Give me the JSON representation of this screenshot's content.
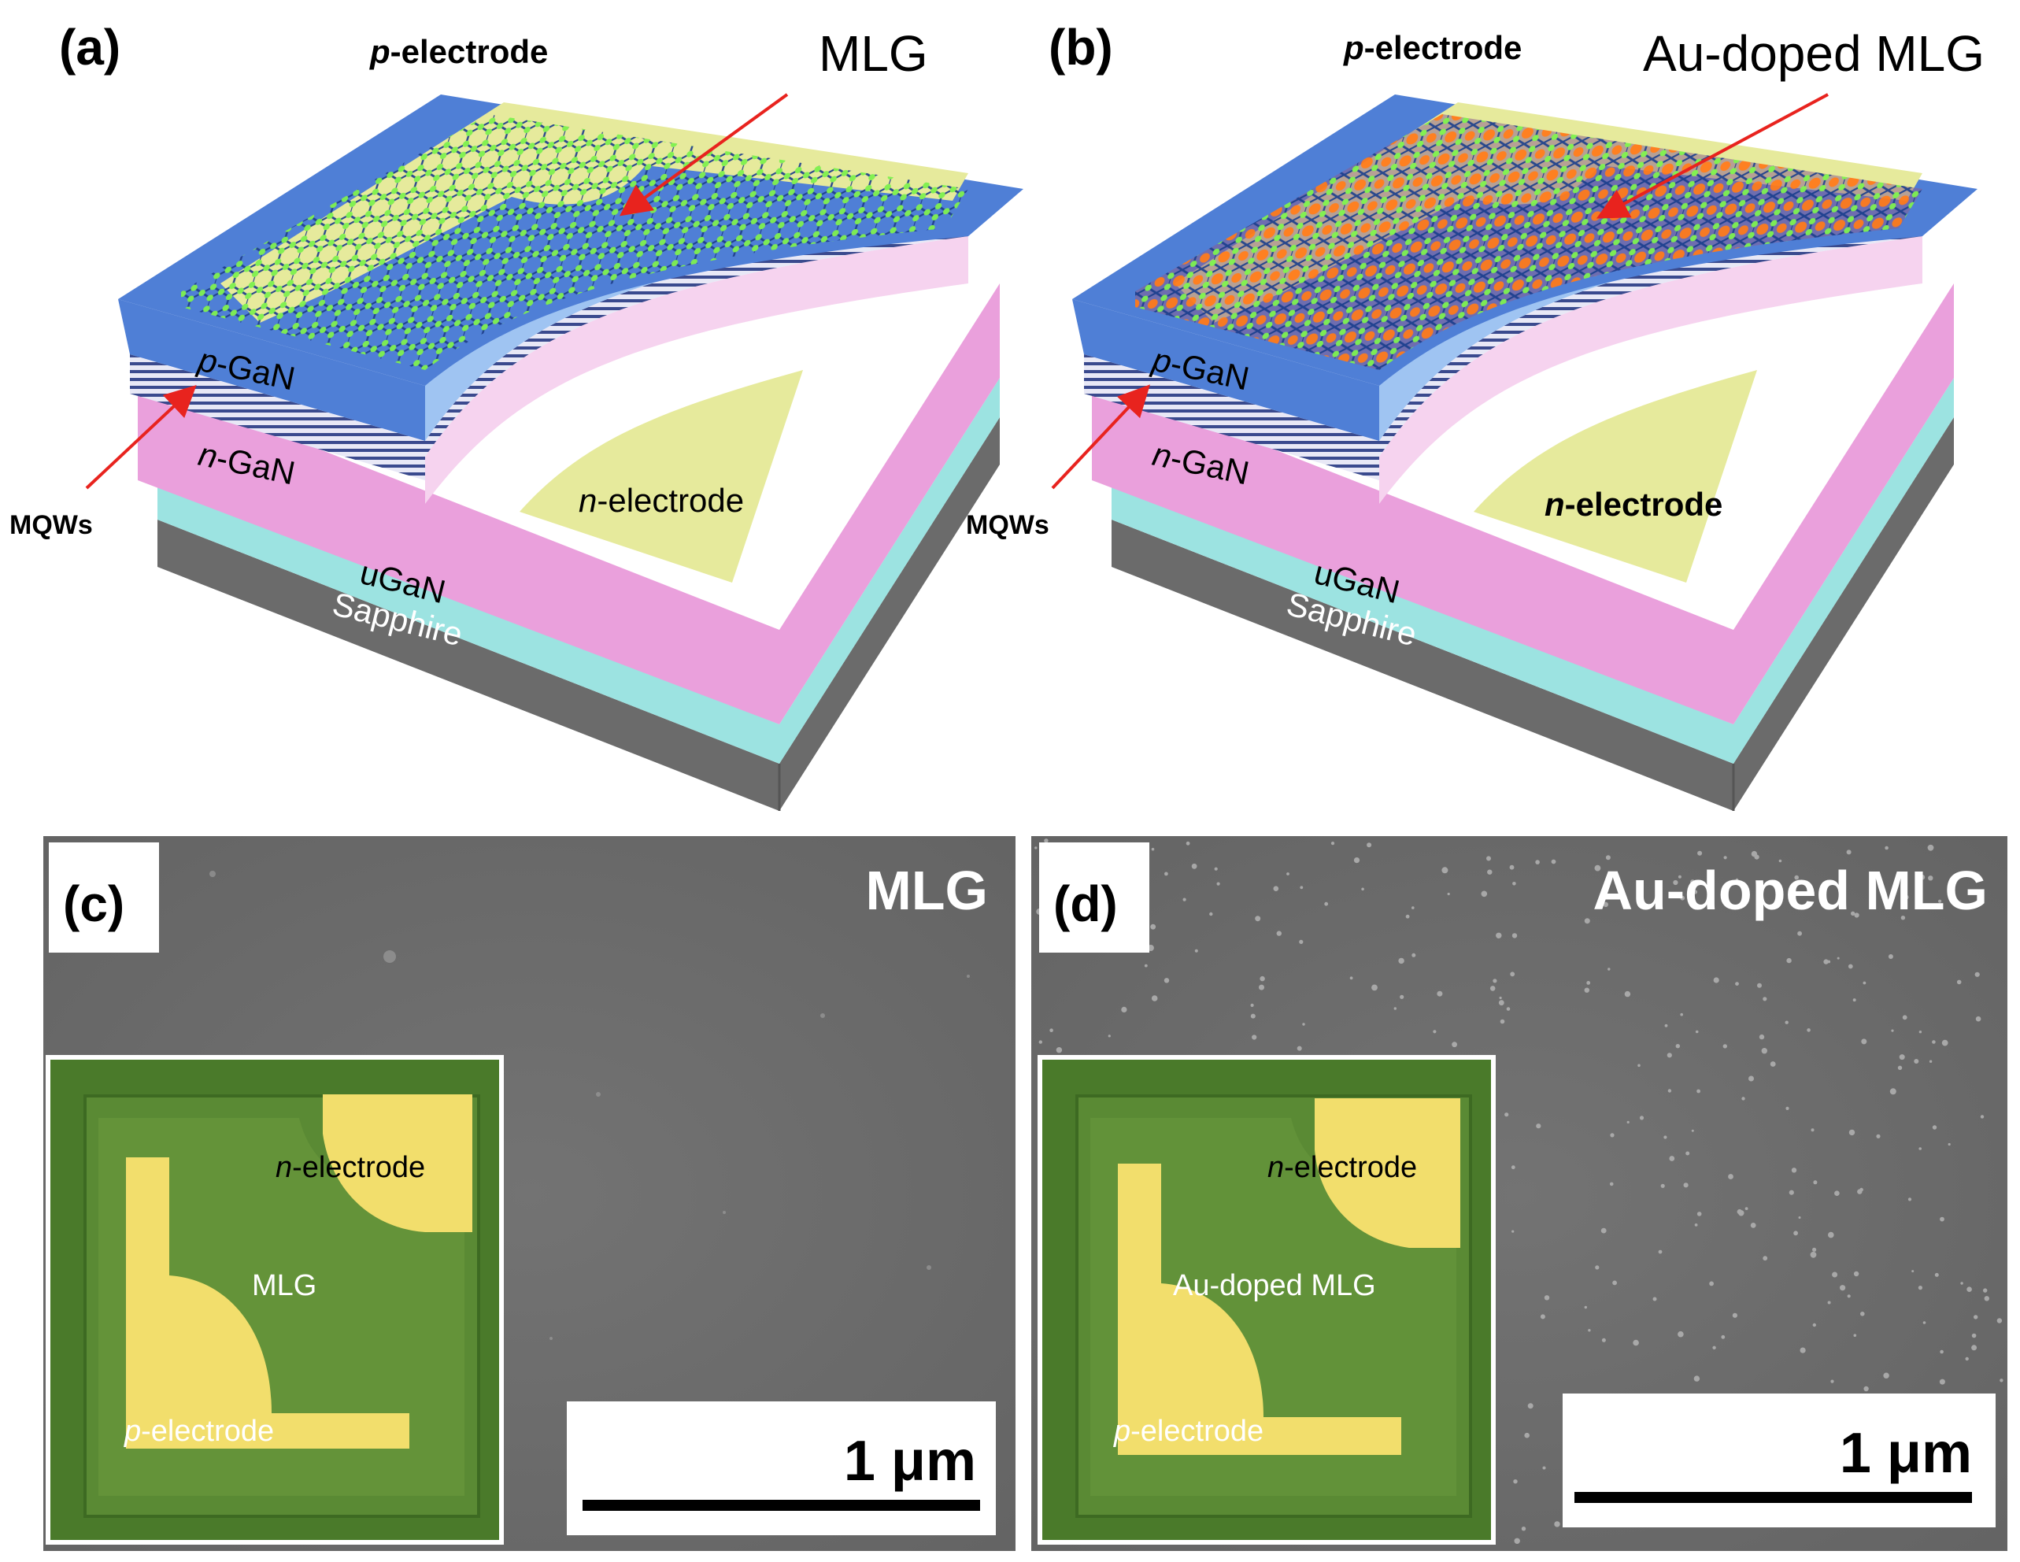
{
  "panels": [
    {
      "id": "a",
      "panel_label": "(a)",
      "p_electrode": [
        "p",
        "-electrode"
      ],
      "graphene": "MLG",
      "p_gan": [
        "p",
        "-GaN"
      ],
      "n_gan": [
        "n",
        "-GaN"
      ],
      "mqws": "MQWs",
      "n_electrode": [
        "n",
        "-electrode"
      ],
      "ugan": "uGaN",
      "sapphire": "Sapphire",
      "doped": false
    },
    {
      "id": "b",
      "panel_label": "(b)",
      "p_electrode": [
        "p",
        "-electrode"
      ],
      "graphene": "Au-doped MLG",
      "p_gan": [
        "p",
        "-GaN"
      ],
      "n_gan": [
        "n",
        "-GaN"
      ],
      "mqws": "MQWs",
      "n_electrode": [
        "n",
        "-electrode"
      ],
      "ugan": "uGaN",
      "sapphire": "Sapphire",
      "doped": true
    }
  ],
  "sem_panels": [
    {
      "id": "c",
      "panel_label": "(c)",
      "title": "MLG",
      "inset_center": "MLG",
      "inset_n_electrode": [
        "n",
        "-electrode"
      ],
      "inset_p_electrode": [
        "p",
        "-electrode"
      ],
      "scalebar": "1 μm"
    },
    {
      "id": "d",
      "panel_label": "(d)",
      "title": "Au-doped MLG",
      "inset_center": "Au-doped MLG",
      "inset_n_electrode": [
        "n",
        "-electrode"
      ],
      "inset_p_electrode": [
        "p",
        "-electrode"
      ],
      "scalebar": "1 μm"
    }
  ],
  "colors": {
    "p_gan": "#4f7fd6",
    "p_gan_light": "#9fc4f2",
    "mqw_stripe": "#3a4a8e",
    "n_gan": "#eaa0dc",
    "n_gan_light": "#f6d3ef",
    "ugan": "#9ce3e1",
    "sapphire": "#6b6b6b",
    "electrode": "#e6ea9c",
    "graphene_atom": "#7ef04e",
    "graphene_bond": "#1f3f8c",
    "au_particle": "#ff7a1a",
    "arrow": "#e8231e",
    "sem_bg": "#6d6d6d",
    "inset_green": "#4a7a2a",
    "inset_gold": "#f2de6c"
  }
}
